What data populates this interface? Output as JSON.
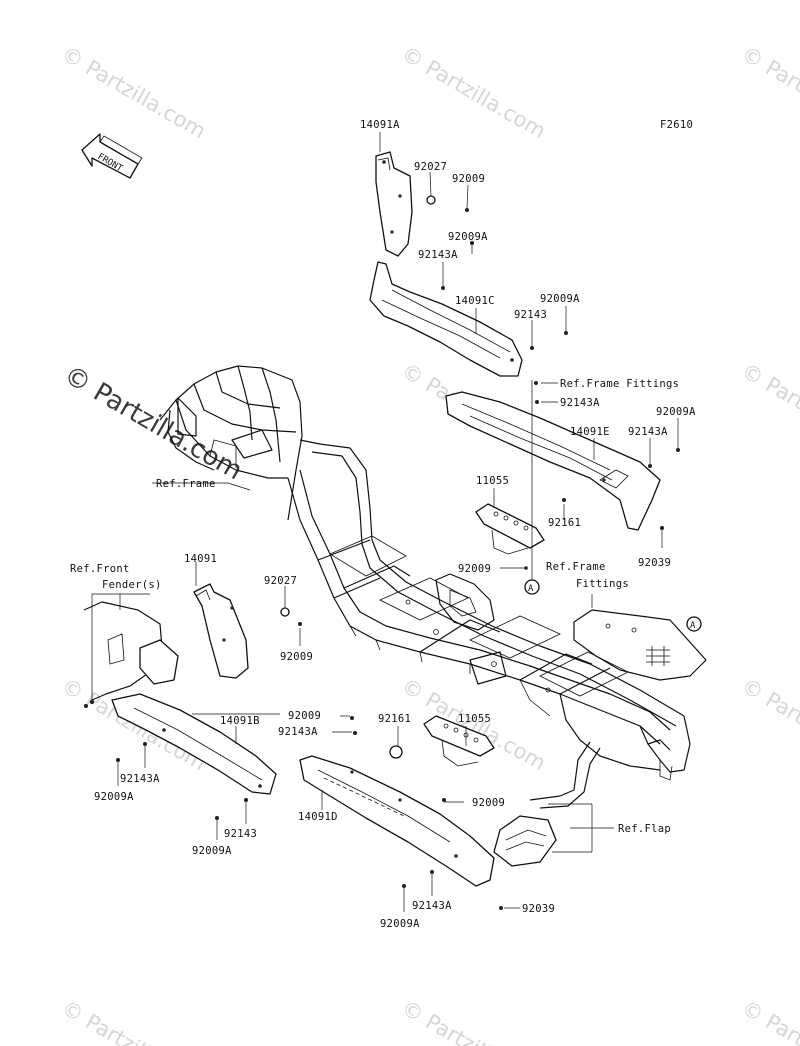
{
  "diagram_code": "F2610",
  "front_arrow_label": "FRONT",
  "watermark_text": "© Partzilla.com",
  "watermark_featured_text": "© Partzilla.com",
  "callout_letter": "A",
  "labels": {
    "p14091A": "14091A",
    "p92027_top": "92027",
    "p92009_top": "92009",
    "p92009A_1": "92009A",
    "p92143A_1": "92143A",
    "p14091C": "14091C",
    "p92009A_2": "92009A",
    "p92143_1": "92143",
    "ref_frame_fittings_1": "Ref.Frame Fittings",
    "p92143A_2": "92143A",
    "p92009A_3": "92009A",
    "p14091E": "14091E",
    "p92143A_3": "92143A",
    "ref_frame": "Ref.Frame",
    "p11055_1": "11055",
    "p92161_1": "92161",
    "p92039_1": "92039",
    "p92009_mid": "92009",
    "ref_frame_fittings_2a": "Ref.Frame",
    "ref_frame_fittings_2b": "Fittings",
    "ref_front_fender_a": "Ref.Front",
    "ref_front_fender_b": "Fender(s)",
    "p14091": "14091",
    "p92027_left": "92027",
    "p92009_left": "92009",
    "p14091B": "14091B",
    "p92143A_4": "92143A",
    "p92009A_4": "92009A",
    "p92143_2": "92143",
    "p92009A_5": "92009A",
    "p92009_c": "92009",
    "p92143A_5": "92143A",
    "p92161_2": "92161",
    "p11055_2": "11055",
    "p92009_d": "92009",
    "p14091D": "14091D",
    "ref_flap": "Ref.Flap",
    "p92143A_6": "92143A",
    "p92039_2": "92039",
    "p92009A_6": "92009A"
  }
}
